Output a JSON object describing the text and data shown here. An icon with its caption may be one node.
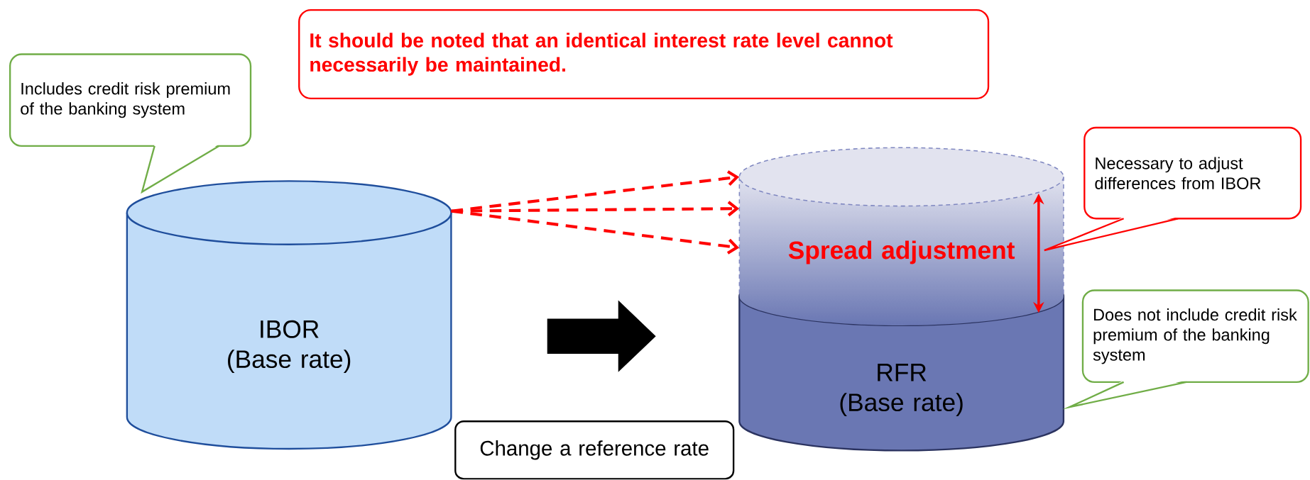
{
  "diagram": {
    "nodes": [
      {
        "text": [
          "It should be noted that an identical interest rate level cannot necessarily be maintained."
        ]
      },
      {
        "text": [
          "Includes credit risk premium of the banking system"
        ]
      },
      {
        "text": [
          "IBOR (Base rate)"
        ]
      },
      {
        "text": [
          "Spread adjustment"
        ]
      },
      {
        "text": [
          "RFR (Base rate)"
        ]
      },
      {
        "text": [
          "Necessary to adjust differences from IBOR"
        ]
      },
      {
        "text": [
          "Does not include credit risk premium of the banking system"
        ]
      },
      {
        "text": [
          "Change a reference rate"
        ]
      }
    ],
    "edges": [
      {
        "from": 2,
        "to": 3,
        "arrow": "to",
        "style": "dashed",
        "color": "#ff0000"
      },
      {
        "from": 2,
        "to": 3,
        "arrow": "to",
        "style": "dashed",
        "color": "#ff0000"
      },
      {
        "from": 2,
        "to": 3,
        "arrow": "to",
        "style": "dashed",
        "color": "#ff0000"
      },
      {
        "from": 3,
        "to": 4,
        "arrow": "both",
        "color": "#ff0000"
      }
    ]
  }
}
